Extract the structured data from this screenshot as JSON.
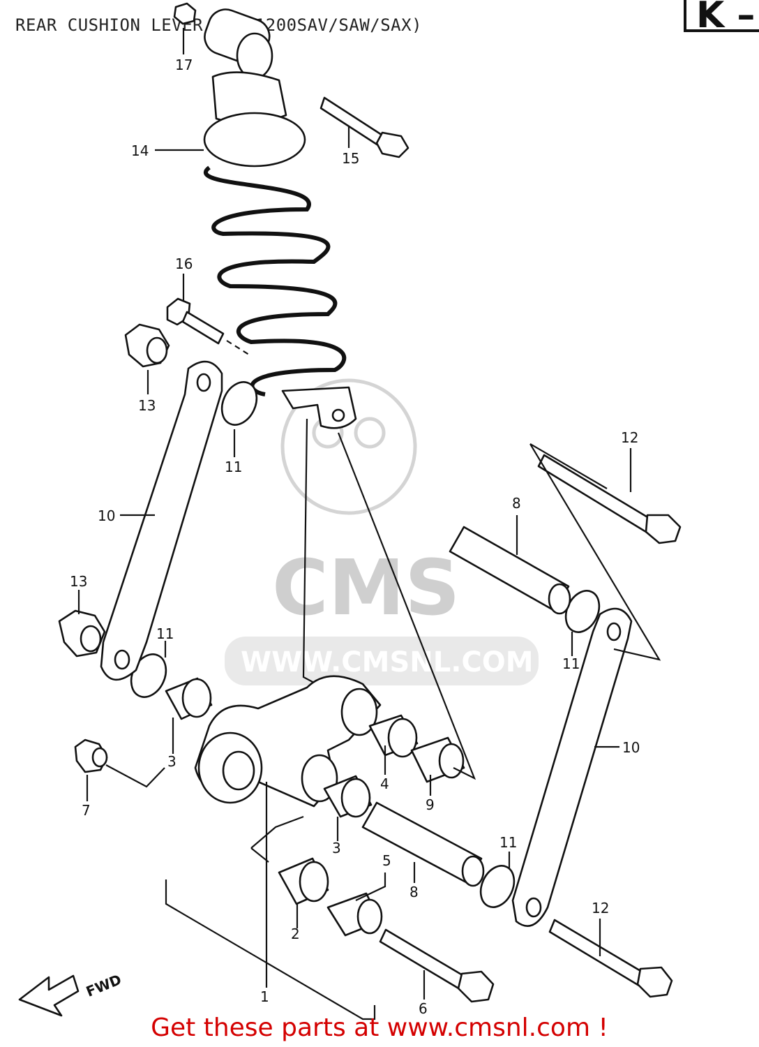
{
  "title": "REAR CUSHION LEVER (GSF1200SAV/SAW/SAX)",
  "section_tag": "K –",
  "footer": "Get these parts at www.cmsnl.com !",
  "watermark": {
    "logo_text": "CMS",
    "url_text": "WWW.CMSNL.COM"
  },
  "fwd_label": "FWD",
  "callouts": [
    {
      "id": "c1",
      "label": "1"
    },
    {
      "id": "c2",
      "label": "2"
    },
    {
      "id": "c3a",
      "label": "3"
    },
    {
      "id": "c3b",
      "label": "3"
    },
    {
      "id": "c4",
      "label": "4"
    },
    {
      "id": "c5",
      "label": "5"
    },
    {
      "id": "c6",
      "label": "6"
    },
    {
      "id": "c7",
      "label": "7"
    },
    {
      "id": "c8a",
      "label": "8"
    },
    {
      "id": "c8b",
      "label": "8"
    },
    {
      "id": "c9",
      "label": "9"
    },
    {
      "id": "c10a",
      "label": "10"
    },
    {
      "id": "c10b",
      "label": "10"
    },
    {
      "id": "c11a",
      "label": "11"
    },
    {
      "id": "c11b",
      "label": "11"
    },
    {
      "id": "c11c",
      "label": "11"
    },
    {
      "id": "c11d",
      "label": "11"
    },
    {
      "id": "c12a",
      "label": "12"
    },
    {
      "id": "c12b",
      "label": "12"
    },
    {
      "id": "c13a",
      "label": "13"
    },
    {
      "id": "c13b",
      "label": "13"
    },
    {
      "id": "c14",
      "label": "14"
    },
    {
      "id": "c15",
      "label": "15"
    },
    {
      "id": "c16",
      "label": "16"
    },
    {
      "id": "c17",
      "label": "17"
    }
  ],
  "colors": {
    "line": "#111111",
    "watermark": "#cfcfcf",
    "footer": "#d40000"
  }
}
